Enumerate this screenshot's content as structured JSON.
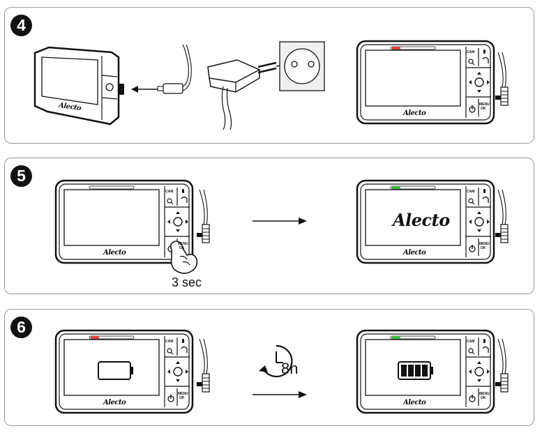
{
  "steps": [
    {
      "number": "4"
    },
    {
      "number": "5",
      "caption": "3 sec"
    },
    {
      "number": "6",
      "hours": "8h"
    }
  ],
  "brand": "Alecto",
  "controls": {
    "menu": "MENU",
    "ok": "OK",
    "cam": "CAM"
  },
  "led_colors": {
    "red": "#e0463c",
    "green": "#3cc43c"
  },
  "icons": [
    "power-icon",
    "zoom-icon",
    "back-icon",
    "mic-icon",
    "arrow-icon",
    "hand-press-icon",
    "battery-empty-icon",
    "battery-full-icon",
    "timer-icon",
    "wall-socket-icon",
    "power-adapter-icon"
  ]
}
